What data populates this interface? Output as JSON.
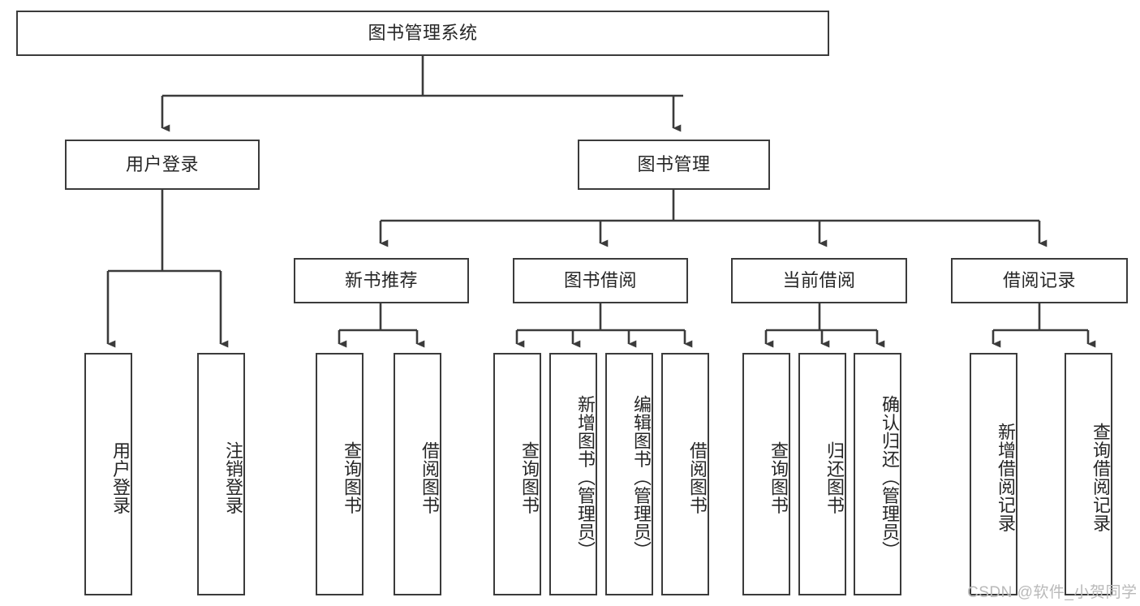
{
  "diagram": {
    "title": "图书管理系统",
    "type": "tree-hierarchy-chart",
    "background_color": "#ffffff",
    "line_color": "#3b3b3b",
    "text_color": "#262626",
    "watermark": "CSDN @软件_小贺同学",
    "nodes": {
      "root": {
        "label": "图书管理系统"
      },
      "level1": [
        {
          "id": "user-login",
          "label": "用户登录"
        },
        {
          "id": "book-manage",
          "label": "图书管理"
        }
      ],
      "level2": [
        {
          "id": "new-book-recommend",
          "label": "新书推荐"
        },
        {
          "id": "book-borrow",
          "label": "图书借阅"
        },
        {
          "id": "current-borrow",
          "label": "当前借阅"
        },
        {
          "id": "borrow-record",
          "label": "借阅记录"
        }
      ],
      "leaves": {
        "user_login": [
          {
            "id": "leaf-user-login",
            "label": "用户登录"
          },
          {
            "id": "leaf-logout-login",
            "label": "注销登录"
          }
        ],
        "new_book_recommend": [
          {
            "id": "leaf-query-book-1",
            "label": "查询图书"
          },
          {
            "id": "leaf-borrow-book-1",
            "label": "借阅图书"
          }
        ],
        "book_borrow": [
          {
            "id": "leaf-query-book-2",
            "label": "查询图书"
          },
          {
            "id": "leaf-add-book",
            "label": "新增图书（管理员）"
          },
          {
            "id": "leaf-edit-book",
            "label": "编辑图书（管理员）"
          },
          {
            "id": "leaf-borrow-book-2",
            "label": "借阅图书"
          }
        ],
        "current_borrow": [
          {
            "id": "leaf-query-book-3",
            "label": "查询图书"
          },
          {
            "id": "leaf-return-book",
            "label": "归还图书"
          },
          {
            "id": "leaf-confirm-return",
            "label": "确认归还（管理员）"
          }
        ],
        "borrow_record": [
          {
            "id": "leaf-add-record",
            "label": "新增借阅记录"
          },
          {
            "id": "leaf-query-record",
            "label": "查询借阅记录"
          }
        ]
      }
    }
  }
}
